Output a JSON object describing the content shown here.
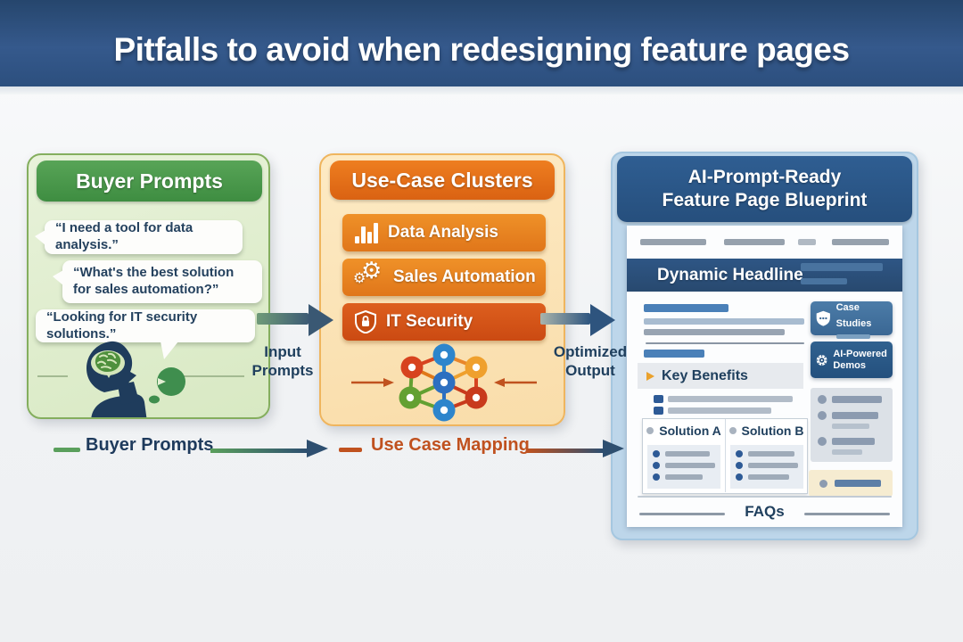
{
  "header": {
    "title": "Pitfalls to avoid when redesigning feature pages"
  },
  "left_panel": {
    "title": "Buyer Prompts",
    "bubbles": [
      "“I need a tool for data analysis.”",
      "“What's the best solution for sales automation?”",
      "“Looking for IT security solutions.”"
    ]
  },
  "middle_panel": {
    "title": "Use-Case Clusters",
    "items": [
      {
        "icon": "bar-chart-icon",
        "label": "Data Analysis"
      },
      {
        "icon": "gears-icon",
        "label": "Sales Automation"
      },
      {
        "icon": "shield-lock-icon",
        "label": "IT Security"
      }
    ]
  },
  "right_panel": {
    "title_line1": "AI-Prompt-Ready",
    "title_line2": "Feature Page Blueprint",
    "mockup": {
      "headline": "Dynamic Headline",
      "key_benefits_label": "Key Benefits",
      "solution_a_label": "Solution A",
      "solution_b_label": "Solution B",
      "case_studies_label": "Case Studies",
      "demos_label": "AI-Powered Demos",
      "faqs_label": "FAQs"
    }
  },
  "connectors": {
    "input_label_line1": "Input",
    "input_label_line2": "Prompts",
    "output_label_line1": "Optimized",
    "output_label_line2": "Output"
  },
  "flow": {
    "step1_label": "Buyer Prompts",
    "step2_label": "Use Case Mapping"
  },
  "colors": {
    "header_bg": "#2e5180",
    "green_accent": "#4e9847",
    "orange_accent": "#e2711c",
    "blue_accent": "#2a568a",
    "rust_text": "#c0511f",
    "navy_text": "#1e3a5c"
  }
}
